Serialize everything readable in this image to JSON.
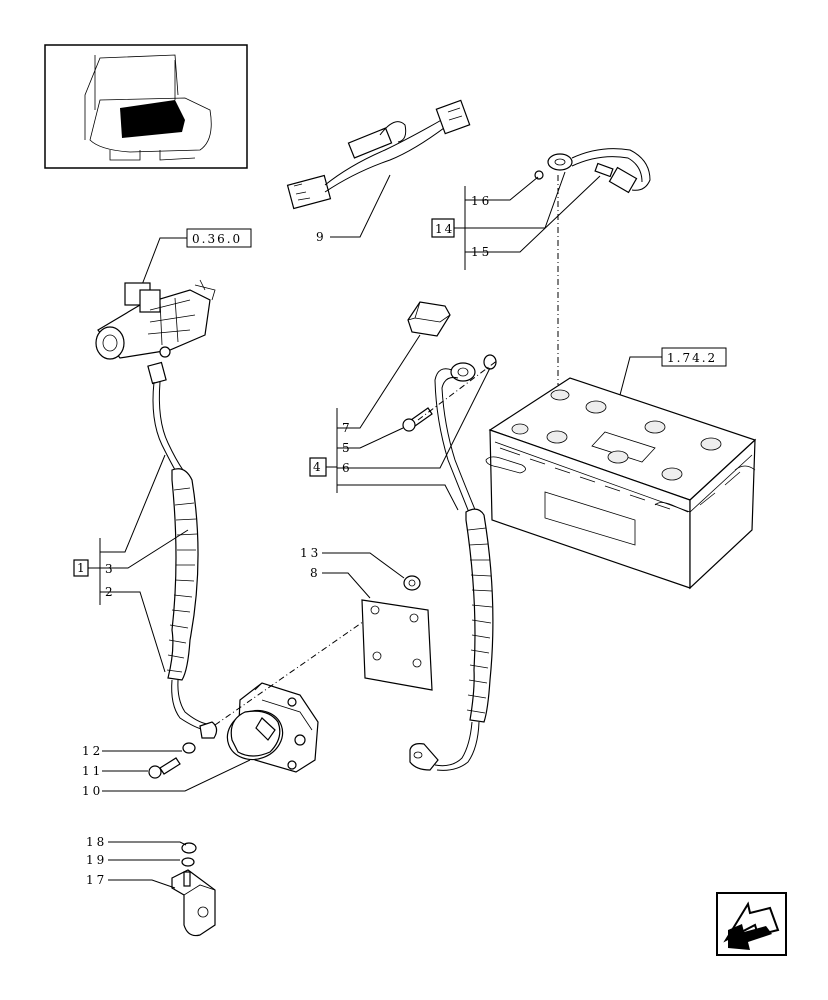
{
  "refs": {
    "r036": "0.36.0",
    "r174": "1.74.2",
    "g1": "1",
    "g4": "4",
    "g14": "14"
  },
  "labels": {
    "p9": "9",
    "p16": "16",
    "p15": "15",
    "p7": "7",
    "p5": "5",
    "p6": "6",
    "p3": "3",
    "p2": "2",
    "p13": "13",
    "p8": "8",
    "p12": "12",
    "p11": "11",
    "p10": "10",
    "p18": "18",
    "p19": "19",
    "p17": "17"
  },
  "icons": {
    "thumbnail": "tractor-location-thumbnail",
    "nav": "previous-page-arrow-icon"
  }
}
